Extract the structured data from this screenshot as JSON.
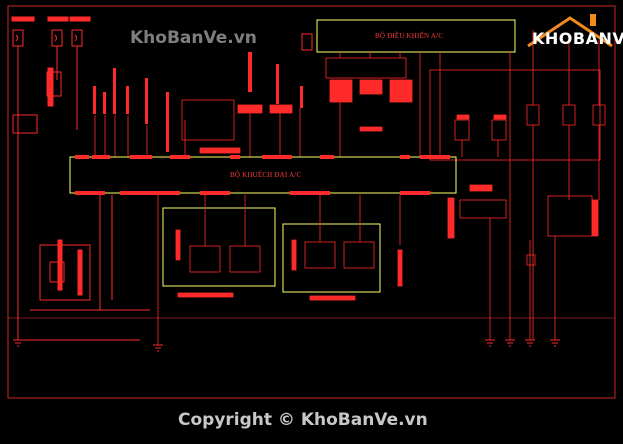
{
  "labels": {
    "controller": "BỘ ĐIỀU KHIỂN A/C",
    "amplifier": "BỘ KHUẾCH ĐẠI A/C"
  },
  "watermark": {
    "top": "KhoBanVe.vn",
    "bottom": "Copyright © KhoBanVe.vn"
  },
  "logo": {
    "text": "KHOBANVE",
    "icon": "house-roof-icon"
  },
  "colors": {
    "background": "#000000",
    "wire": "#ff2a2a",
    "highlight": "#ffff66",
    "frame": "#ff4040"
  }
}
